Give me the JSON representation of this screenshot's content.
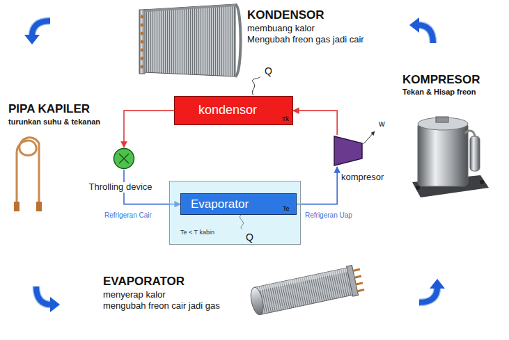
{
  "diagram": {
    "nodes": [
      {
        "text": [
          "kondensor",
          "Tk"
        ]
      },
      {
        "text": [
          "Throlling device"
        ]
      },
      {
        "text": [
          "kompresor"
        ]
      },
      {
        "text": [
          "Te < T kabin"
        ]
      },
      {
        "text": [
          "Evaporator",
          "Te"
        ],
        "in": 3
      }
    ],
    "edges": [
      {
        "from": 2,
        "to": 0,
        "arrow": "to"
      },
      {
        "from": 0,
        "to": 1,
        "arrow": "to"
      },
      {
        "from": 1,
        "to": 4,
        "arrow": "to",
        "label": "Refrigeran Cair"
      },
      {
        "from": 4,
        "to": 2,
        "arrow": "to",
        "label": "Refrigeran Uap"
      }
    ],
    "labels": [
      "KONDENSOR",
      "membuang kalor",
      "Mengubah freon gas jadi cair",
      "Q",
      "KOMPRESOR",
      "Tekan & Hisap freon",
      "PIPA KAPILER",
      "turunkan suhu & tekanan",
      "w",
      "Q",
      "EVAPORATOR",
      "menyerap kalor",
      "mengubah freon cair jadi gas"
    ]
  }
}
